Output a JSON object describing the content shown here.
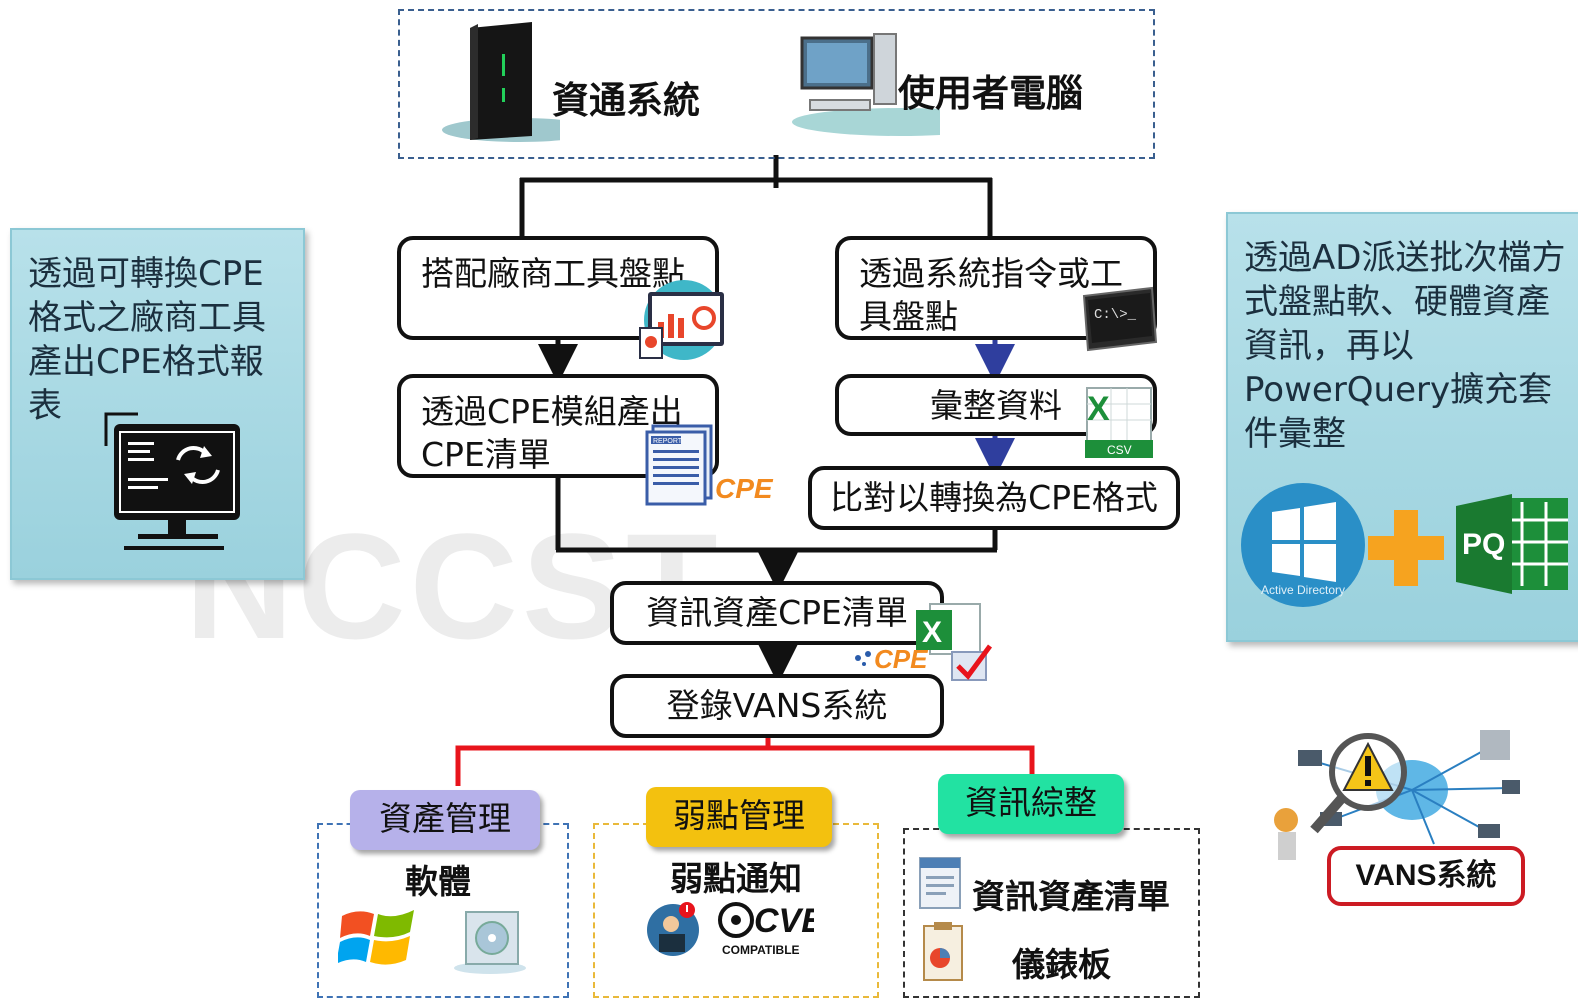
{
  "top": {
    "source_system": "資通系統",
    "source_pc": "使用者電腦"
  },
  "left_flow": {
    "step1": "搭配廠商工具盤點",
    "step2": "透過CPE模組產出CPE清單"
  },
  "right_flow": {
    "step1": "透過系統指令或工具盤點",
    "step2": "彙整資料",
    "step3": "比對以轉換為CPE格式"
  },
  "center_flow": {
    "cpe_list": "資訊資產CPE清單",
    "register": "登錄VANS系統"
  },
  "left_panel": {
    "text": "透過可轉換CPE格式之廠商工具產出CPE格式報表"
  },
  "right_panel": {
    "text": "透過AD派送批次檔方式盤點軟、硬體資產資訊，再以PowerQuery擴充套件彙整",
    "ad_label": "Active Directory",
    "pq_label": "PQ"
  },
  "modules": [
    {
      "title": "資產管理",
      "item1": "軟體",
      "color": "#b6b1ea",
      "border": "#3f73b5"
    },
    {
      "title": "弱點管理",
      "item1": "弱點通知",
      "color": "#f3c10f",
      "border": "#e9b93a"
    },
    {
      "title": "資訊綜整",
      "item1": "資訊資產清單",
      "item2": "儀錶板",
      "color": "#22e2a2",
      "border": "#333333"
    }
  ],
  "badges": {
    "cpe_logo": "CPE",
    "cpe_logo2": "CPE",
    "cve_logo": "CVE",
    "cve_sub": "COMPATIBLE",
    "csv_label": "CSV",
    "report_label": "REPORT",
    "cmd_label": "C:\\>_"
  },
  "vans_node": "VANS系統",
  "watermark": "NCCST",
  "colors": {
    "arrow_black": "#111111",
    "arrow_blue": "#2f3e9e",
    "red_branch": "#e8141c",
    "panel_bg": "#a9dae4"
  }
}
